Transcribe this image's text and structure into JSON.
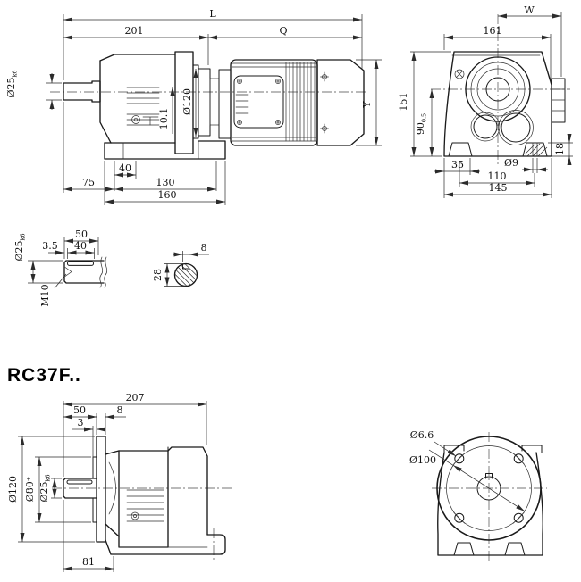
{
  "page": {
    "model_label": "RC37F.."
  },
  "colors": {
    "ink": "#1a1a1a",
    "dim_ink": "#2b2b2b",
    "background": "#ffffff"
  },
  "views": {
    "gearmotor_side": {
      "name": "gearmotor side view",
      "dims": {
        "overall_len": "L",
        "gear_unit_len": "201",
        "motor_len": "Q",
        "shaft_dia": "Ø25",
        "shaft_dia_tol": "k6",
        "adapter_dia": "Ø120",
        "oil_plug_pos": "10.1",
        "foot_hole_offset": "40",
        "shaft_to_foot_hole": "75",
        "foot_hole_spacing": "130",
        "foot_len": "160",
        "motor_dia": "Y"
      }
    },
    "gearbox_front": {
      "name": "gearbox front view",
      "dims": {
        "center_to_edge": "W",
        "width": "161",
        "height": "151",
        "axis_height": "90",
        "axis_height_tol": "0.5",
        "foot_edge": "35",
        "foot_hole_dia": "Ø9",
        "foot_hole_spacing": "110",
        "foot_width": "145",
        "foot_pad_height": "18"
      }
    },
    "shaft_detail": {
      "name": "output shaft detail",
      "dims": {
        "shaft_len": "50",
        "key_offset": "3.5",
        "key_len": "40",
        "shaft_dia": "Ø25",
        "shaft_dia_tol": "k6",
        "center_tap": "M10"
      }
    },
    "key_section": {
      "name": "shaft cross section",
      "dims": {
        "key_width": "8",
        "section_height": "28"
      }
    },
    "flange_side": {
      "name": "flange version side view",
      "dims": {
        "overall_len": "207",
        "shaft_len": "50",
        "flange_thickness": "8",
        "key_clearance": "3",
        "flange_dia": "Ø120",
        "spigot_dia": "Ø80",
        "spigot_dia_tol": "+",
        "shaft_dia": "Ø25",
        "shaft_dia_tol": "k6",
        "shaft_to_foot": "81"
      }
    },
    "flange_front": {
      "name": "flange front view",
      "dims": {
        "bolt_hole_dia": "Ø6.6",
        "bolt_circle_dia": "Ø100"
      }
    }
  }
}
